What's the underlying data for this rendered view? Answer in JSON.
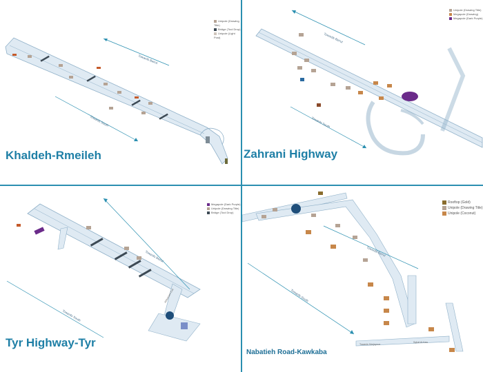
{
  "panels": {
    "khaldeh": {
      "title": "Khaldeh-Rmeileh",
      "legend": [
        "Unipole (Drawing Title)",
        "Bridge (Tool Drop)",
        "Unipole (Light Post)"
      ],
      "roads": {
        "beirut": "Towards Beirut",
        "south": "Towards South"
      }
    },
    "zahrani": {
      "title": "Zahrani Highway",
      "legend": [
        "Unipole (Drawing Title)",
        "Megapole (Drawing)",
        "Megapole (Dark Purple)"
      ],
      "roads": {
        "beirut": "Towards Beirut",
        "south": "Towards South"
      }
    },
    "tyr": {
      "title": "Tyr Highway-Tyr",
      "legend": [
        "Megapole (Dark Purple)",
        "Unipole (Drawing Title)",
        "Bridge (Tool Drop)"
      ],
      "roads": {
        "beirut": "Towards Beirut",
        "south": "Towards South",
        "abbasieh": "Abbassieh Exit"
      }
    },
    "nabatieh": {
      "title": "Nabatieh Road-Kawkaba",
      "legend": [
        "Rooftop (Gold)",
        "Unipole (Drawing Title)",
        "Unipole (Coconut)"
      ],
      "roads": {
        "beirut": "Towards Beirut",
        "south": "Towards South",
        "marjayoun": "Towards Marjayoun",
        "kawkaba": "Sqhat Al-Kaw"
      }
    }
  },
  "colors": {
    "accent": "#2a8fb0",
    "road_fill": "#dfeaf3",
    "road_stroke": "#8fb0c8",
    "unipole": "#b5a394",
    "rooftop": "#8a6d2e",
    "megapole": "#6b2b8a",
    "unipole_orange": "#c7874a"
  }
}
